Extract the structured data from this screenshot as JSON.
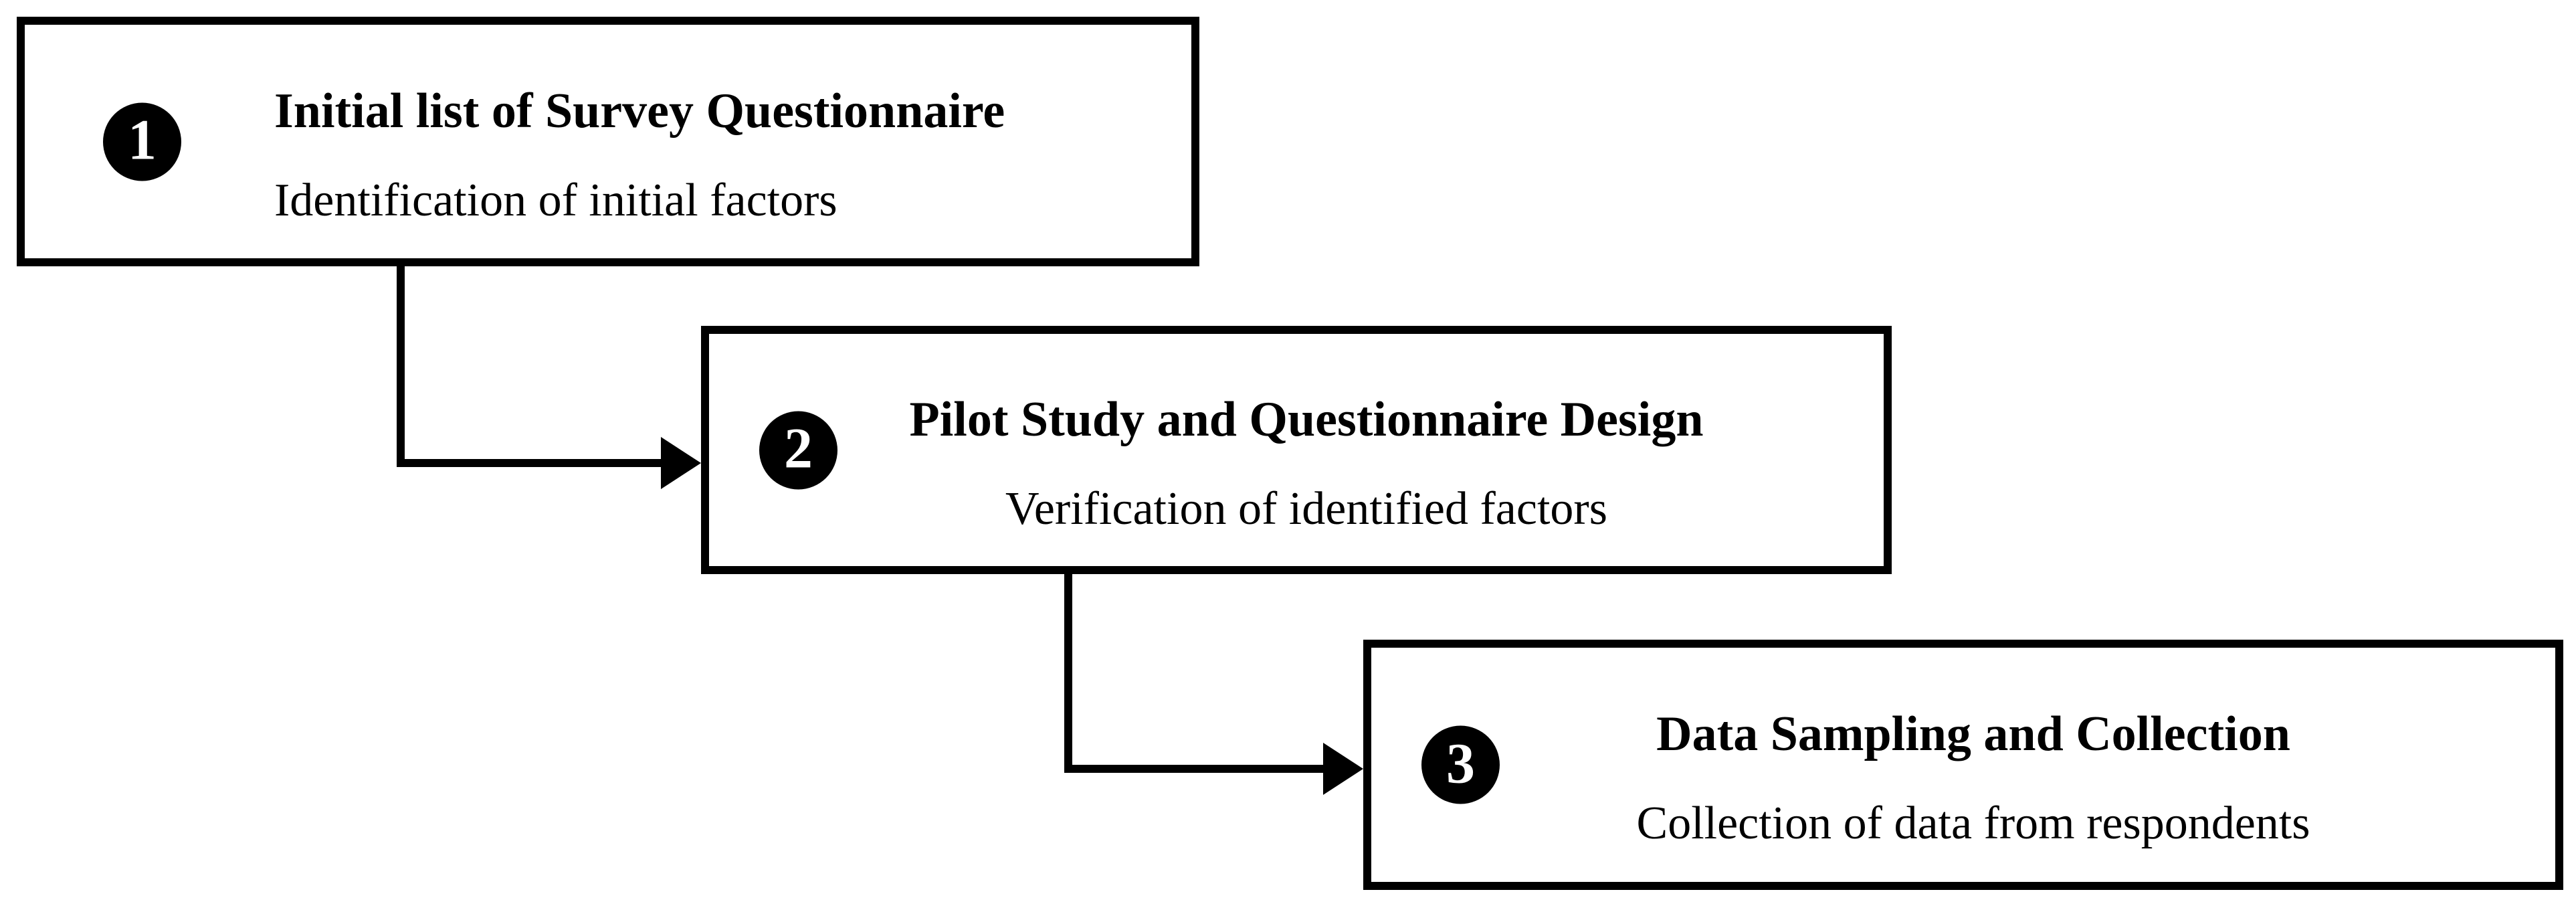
{
  "figure": {
    "type": "process-flow-diagram",
    "background_color": "#ffffff",
    "line_color": "#000000",
    "badge_background": "#000000",
    "badge_text_color": "#ffffff"
  },
  "steps": [
    {
      "number": "1",
      "title": "Initial list of Survey Questionnaire",
      "subtitle": "Identification of initial factors"
    },
    {
      "number": "2",
      "title": "Pilot Study and Questionnaire Design",
      "subtitle": "Verification of identified factors"
    },
    {
      "number": "3",
      "title": "Data Sampling and Collection",
      "subtitle": "Collection of data from respondents"
    }
  ],
  "connectors": [
    {
      "from_step": "1",
      "to_step": "2",
      "shape": "down-then-right-arrow"
    },
    {
      "from_step": "2",
      "to_step": "3",
      "shape": "down-then-right-arrow"
    }
  ]
}
